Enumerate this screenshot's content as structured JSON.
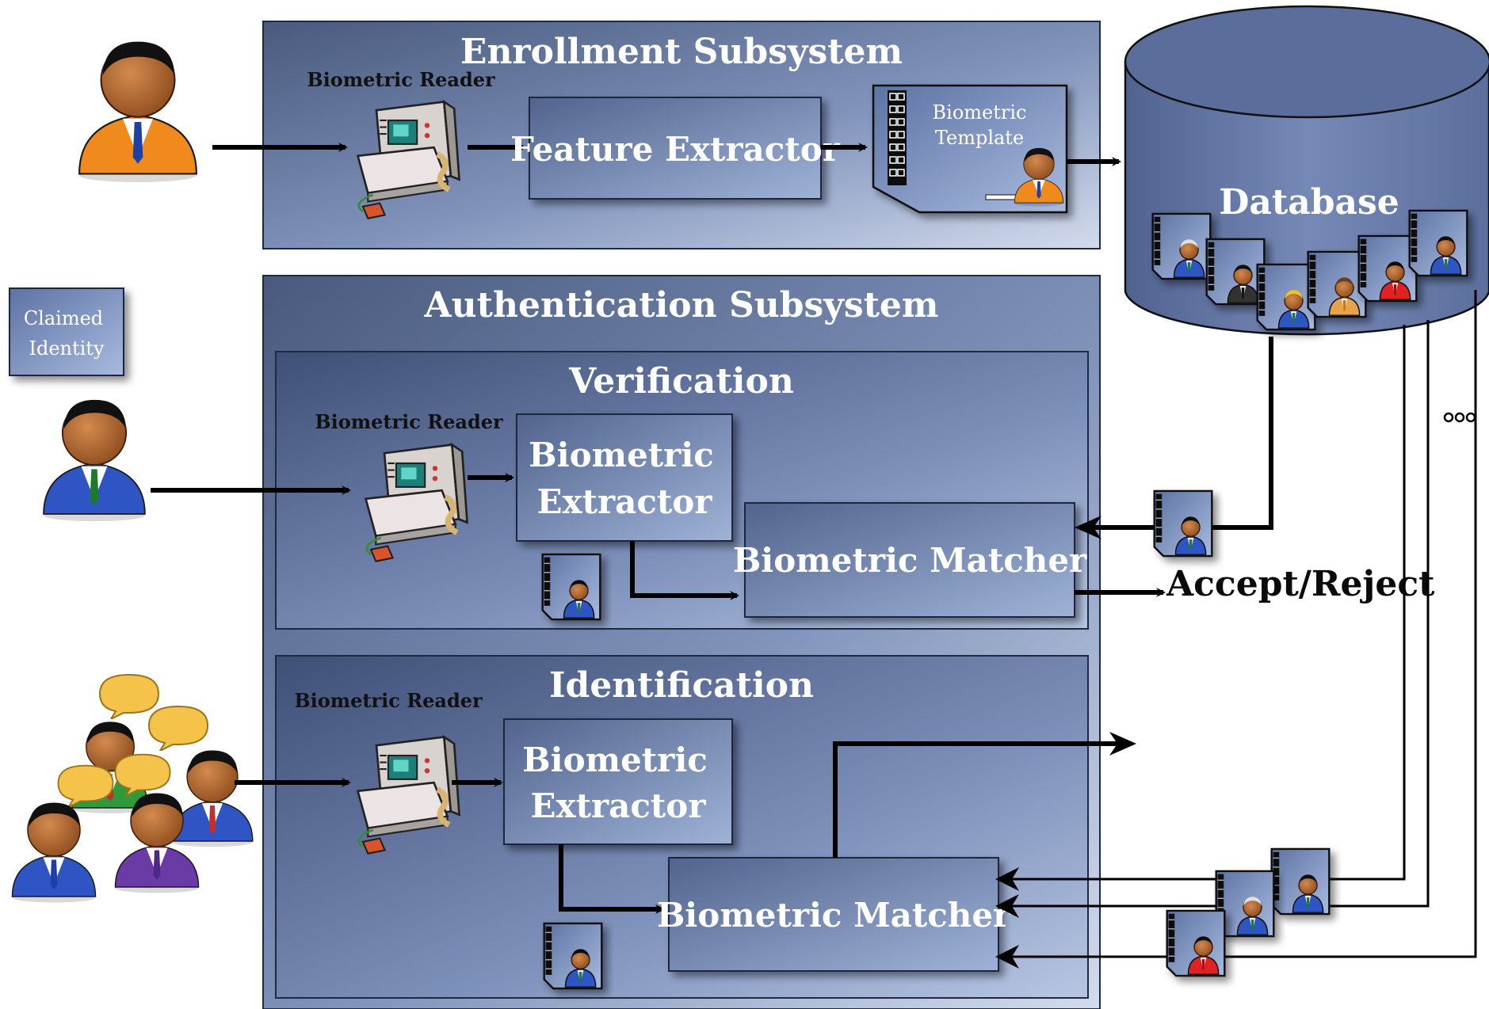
{
  "enrollment": {
    "title": "Enrollment Subsystem",
    "reader_label": "Biometric Reader",
    "feature_extractor": "Feature Extractor",
    "template_line1": "Biometric",
    "template_line2": "Template"
  },
  "database": {
    "label": "Database"
  },
  "claimed_identity": {
    "line1": "Claimed",
    "line2": "Identity"
  },
  "authentication": {
    "title": "Authentication Subsystem",
    "verification": {
      "title": "Verification",
      "reader_label": "Biometric Reader",
      "extractor_line1": "Biometric",
      "extractor_line2": "Extractor",
      "matcher": "Biometric Matcher",
      "result": "Accept/Reject"
    },
    "identification": {
      "title": "Identification",
      "reader_label": "Biometric Reader",
      "extractor_line1": "Biometric",
      "extractor_line2": "Extractor",
      "matcher": "Biometric Matcher"
    }
  },
  "colors": {
    "panel_dark": "#4a5a7e",
    "panel_light": "#d3dbec",
    "box_dark": "#51648e",
    "box_light": "#9fb2d6",
    "person_orange": "#f08a1c",
    "person_blue": "#2f55c4",
    "person_purple": "#6a3aa6"
  },
  "icons": {
    "user": "person-icon",
    "reader": "biometric-reader-icon",
    "template": "template-card-icon",
    "database": "database-cylinder-icon",
    "group": "user-group-chat-icon"
  }
}
